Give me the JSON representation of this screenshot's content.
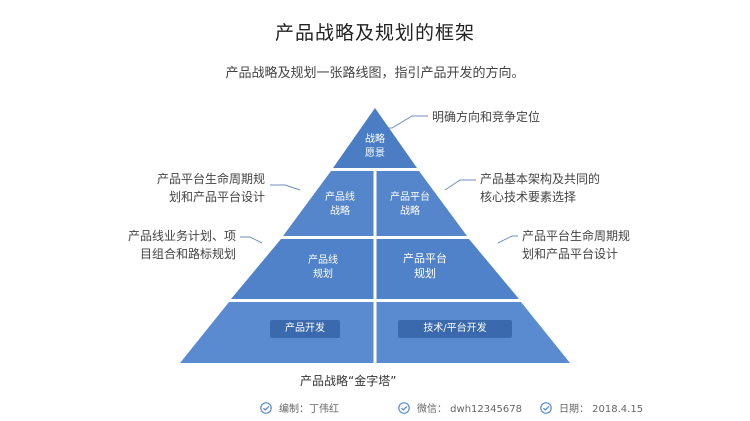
{
  "header": {
    "title": "产品战略及规划的框架",
    "subtitle": "产品战略及规划一张路线图，指引产品开发的方向。"
  },
  "pyramid": {
    "tier1": {
      "label": "战略\n愿景"
    },
    "tier2": {
      "left_label": "产品线\n战略",
      "right_label": "产品平台\n战略"
    },
    "tier3": {
      "left_label": "产品线\n规划",
      "right_label": "产品平台\n规划"
    },
    "tier4": {
      "left_label": "产品开发",
      "right_label": "技术/平台开发"
    },
    "colors": {
      "fill": "#5082c9",
      "fill_dark": "#3f6db3",
      "fill_light": "#6a96d6",
      "box": "#3a69ad",
      "line": "#6d8fbf"
    }
  },
  "annotations": {
    "right_top": "明确方向和竞争定位",
    "right_mid": "产品基本架构及共同的\n核心技术要素选择",
    "right_low": "产品平台生命周期规\n划和产品平台设计",
    "left_mid": "产品平台生命周期规\n划和产品平台设计",
    "left_low": "产品线业务计划、项\n目组合和路标规划"
  },
  "footer": {
    "caption": "产品战略“金字塔”",
    "author": "编制：丁伟红",
    "wechat": "微信：  dwh12345678",
    "date": "日期：  2018.4.15"
  }
}
